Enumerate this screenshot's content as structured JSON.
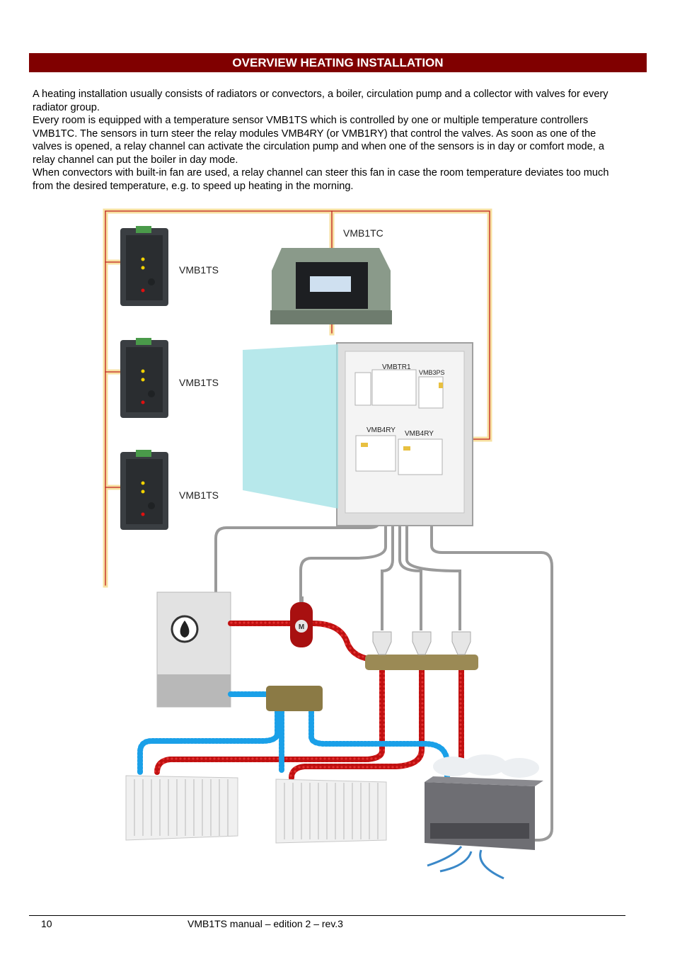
{
  "header": {
    "title": "OVERVIEW HEATING INSTALLATION"
  },
  "paragraphs": [
    "A heating installation usually consists of radiators or convectors, a boiler, circulation pump and a collector with valves for every radiator group.",
    "Every room is equipped with a temperature sensor VMB1TS which is controlled by one or multiple temperature controllers VMB1TC. The sensors in turn steer the relay modules VMB4RY (or VMB1RY) that control the valves. As soon as one of the valves is opened, a relay channel can activate the circulation pump and when one of the sensors is in day or comfort mode, a relay channel can put the boiler in day mode.",
    "When convectors with built-in fan are used, a relay channel can steer this fan in case the room temperature deviates too much from the desired temperature, e.g. to speed up heating in the morning."
  ],
  "diagram": {
    "sensor_labels": [
      "VMB1TS",
      "VMB1TS",
      "VMB1TS"
    ],
    "controller_label": "VMB1TC",
    "cabinet_labels": {
      "tr": "VMBTR1",
      "ps": "VMB3PS",
      "ry1": "VMB4RY",
      "ry2": "VMB4RY"
    },
    "pump_letter": "M",
    "colors": {
      "hot": "#cc1111",
      "cold": "#1aa0e8",
      "wire": "#9a9a9a"
    }
  },
  "footer": {
    "page": "10",
    "doc": "VMB1TS manual – edition 2 – rev.3"
  }
}
